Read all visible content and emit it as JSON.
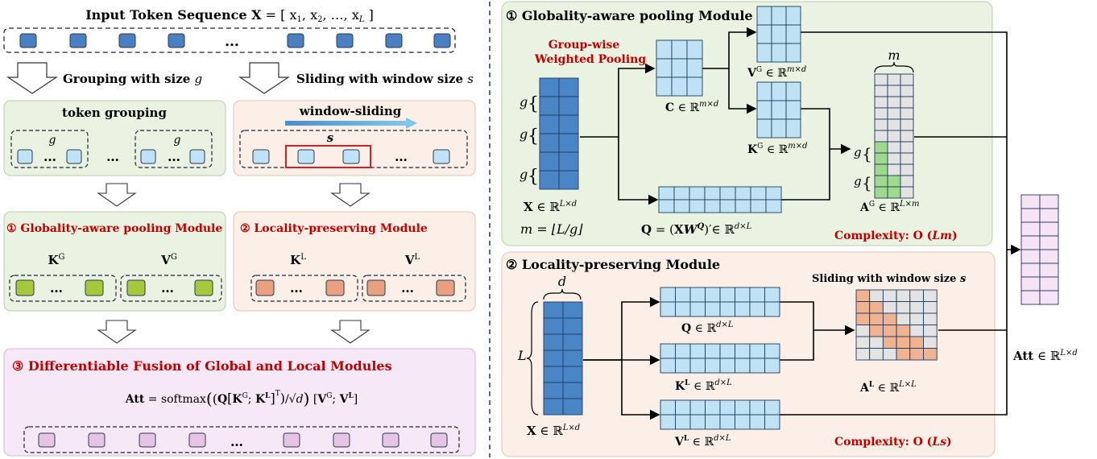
{
  "left": {
    "header": "Input Token Sequence X = [ x₁, x₂, …, x_L ]",
    "grouping_label": "Grouping with size g",
    "sliding_label": "Sliding with window size s",
    "ellipsis": "…",
    "token_grouping_title": "token grouping",
    "g_label": "g",
    "window_sliding_title": "window-sliding",
    "s_label": "s",
    "module1_title": "① Globality-aware pooling Module",
    "module2_title": "② Locality-preserving Module",
    "kg": "K",
    "vg": "V",
    "kl": "K",
    "vl": "V",
    "sup_g": "G",
    "sup_l": "L",
    "fusion_title": "③ Differentiable Fusion of Global and Local Modules",
    "fusion_formula": "Att = softmax((Q[K^G; K^L]^T)/√d) [V^G; V^L]"
  },
  "right": {
    "global_title": "① Globality-aware pooling Module",
    "pooling_label_1": "Group-wise",
    "pooling_label_2": "Weighted Pooling",
    "c_label": "C ∈ ℝ^{m×d}",
    "vg_label": "V^G ∈ ℝ^{m×d}",
    "kg_label": "K^G ∈ ℝ^{m×d}",
    "x_label": "X ∈ ℝ^{L×d}",
    "m_eq": "m = ⌊L/g⌋",
    "q_label": "Q = (XW^Q)′∈ ℝ^{d×L}",
    "ag_label": "A^G ∈ ℝ^{L×m}",
    "m_brace": "m",
    "complexity_global": "Complexity: O (Lm)",
    "local_title": "② Locality-preserving Module",
    "d_brace": "d",
    "l_brace": "L",
    "xl_label": "X ∈ ℝ^{L×d}",
    "ql_label": "Q ∈ ℝ^{d×L}",
    "kl_label": "K^L ∈ ℝ^{d×L}",
    "vl_label": "V^L ∈ ℝ^{d×L}",
    "sliding_title": "Sliding with window size s",
    "al_label": "A^L ∈ ℝ^{L×L}",
    "complexity_local": "Complexity: O (Ls)",
    "att_label": "Att ∈ ℝ^{L×d}"
  },
  "colors": {
    "token_blue": "#4a7fc1",
    "light_blue": "#bfe3f5",
    "green_token": "#a6c93c",
    "orange_token": "#e9a07f",
    "pink_token": "#e6c4e6",
    "green_panel": "#eaf3e1",
    "peach_panel": "#fcefe8",
    "pink_panel": "#f6e8f6",
    "red_text": "#c00000"
  }
}
